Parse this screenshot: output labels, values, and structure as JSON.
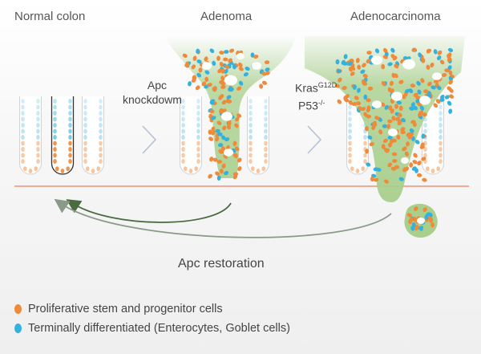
{
  "titles": {
    "normal": "Normal colon",
    "adenoma": "Adenoma",
    "adenocarcinoma": "Adenocarcinoma"
  },
  "transition1": {
    "line1": "Apc",
    "line2": "knockdowm"
  },
  "transition2": {
    "gene1": "Kras",
    "gene1_sup": "G12D",
    "gene2": "P53",
    "gene2_sup": "-/-"
  },
  "restoration": "Apc restoration",
  "legend": [
    {
      "label": "Proliferative stem and progenitor cells",
      "color": "#ef8a3a"
    },
    {
      "label": "Terminally differentiated (Enterocytes, Goblet cells)",
      "color": "#34b1dd"
    }
  ],
  "colors": {
    "orange": "#ef8a3a",
    "blue": "#34b1dd",
    "tumor": "#a8cf8c",
    "baseline": "#ef8a6e"
  }
}
